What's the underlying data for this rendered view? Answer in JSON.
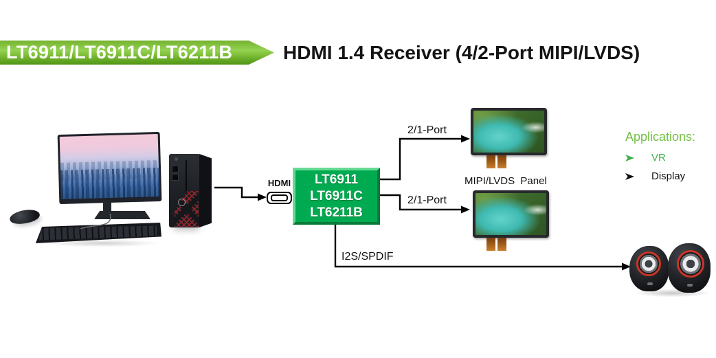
{
  "banner": {
    "text": "LT6911/LT6911C/LT6211B"
  },
  "header": {
    "title": "HDMI 1.4 Receiver (4/2-Port MIPI/LVDS)"
  },
  "chip": {
    "lines": [
      "LT6911",
      "LT6911C",
      "LT6211B"
    ],
    "fill_color": "#00aa50"
  },
  "labels": {
    "hdmi": "HDMI",
    "port_top": "2/1-Port",
    "port_bottom": "2/1-Port",
    "panel": "MIPI/LVDS  Panel",
    "audio": "I2S/SPDIF"
  },
  "applications": {
    "title": "Applications:",
    "title_color": "#72c043",
    "items": [
      {
        "label": "VR",
        "color": "#3fae49"
      },
      {
        "label": "Display",
        "color": "#111111"
      }
    ]
  },
  "icons": {
    "hdmi_connector": "hdmi-plug-icon",
    "bullet": "arrow-bullet-icon"
  },
  "colors": {
    "banner_green": "#74b22e",
    "chip_green": "#00aa50",
    "wire_black": "#000000",
    "accent_green": "#72c043",
    "flex_tab_copper": "#9c5a16",
    "speaker_ring_red": "#c93528"
  }
}
